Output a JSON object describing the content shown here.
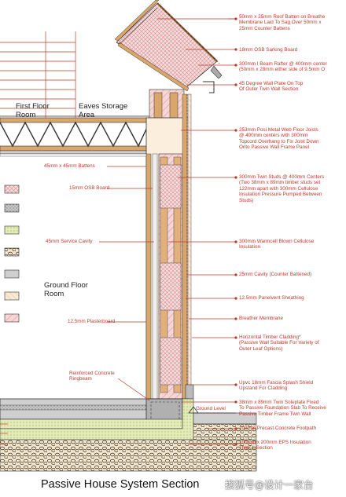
{
  "title": "Passive House System Section",
  "watermark": "搜狐号@设计一家台",
  "rooms": {
    "first_floor": "First Floor\nRoom",
    "eaves_storage": "Eaves Storage\nArea",
    "ground_floor": "Ground Floor\nRoom"
  },
  "right_labels": [
    "50mm x 25mm Roof Batten on Breathe\nMembrane Laid To Sag Over 50mm x\n25mm Counter Battens",
    "18mm OSB Sarking Board",
    "300mm I Beam Rafter @ 400mm center\n(50mm x 28mm either side of 9.5mm O",
    "45 Degree Wall Plate On Top\nOf Outer Twin Wall Section",
    "253mm Posi Metal Web Floor Joists\n@ 400mm centers with 300mm\nTopcord Overhang to Fix Joist Down\nOnto Passive Wall Frame Panel",
    "300mm Twin Studs @ 400mm Centers\n(Two 38mm x 89mm timber studs set\n122mm apart with 300mm Cellulose\nInsulation Pressure Pumped Between\nStuds)",
    "300mm Warmcell Blown Cellulose\nInsulation",
    "25mm Cavity (Counter Battened)",
    "12.5mm Panelvent Sheathing",
    "Breather Membrane",
    "Horizontal Timber Cladding*\n(Passive Wall Suitable For Variety of\nOuter Leaf Options)",
    "Upvc 18mm Fascia Splash Shield\nUpstand For Cladding",
    "38mm x 89mm Twin Soleplate Fixed\nTo Passive Foundation Slab To Receive\nPassive Timber Frame Twin Wall",
    "100mm Precast Concrete Footpath",
    "100mm x 200mm EPS Insulation\nThick L Section"
  ],
  "left_labels": [
    "45mm x 45mm Battens",
    "15mm OSB Board",
    "45mm Service Cavity",
    "12.5mm Plasterboard",
    "Reinforced Concrete\nRingbeam"
  ],
  "ground_level": "Ground Level",
  "colors": {
    "leader": "#c0392b",
    "text": "#c0392b",
    "timber": "#d9a66b",
    "insulation": "#f2c9c9",
    "insulation_hatch": "#d98c8c",
    "concrete": "#bdbdbd",
    "gravel": "#8a6d3b",
    "eps": "#dfe8b8",
    "outline": "#333333"
  }
}
